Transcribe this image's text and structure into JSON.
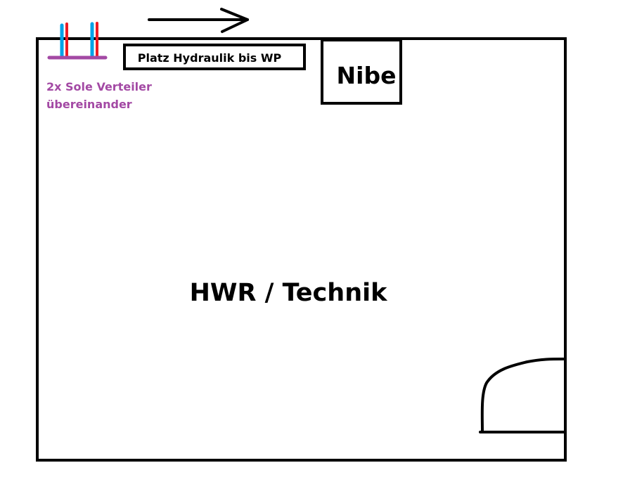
{
  "room_label": "HWR / Technik",
  "hydraulic_space_label": "Platz Hydraulik bis WP",
  "heat_pump_label": "Nibe",
  "manifold_note": {
    "line1": "2x Sole Verteiler",
    "line2": "übereinander"
  },
  "colors": {
    "wall": "#000000",
    "pipe_cold": "#00a2e8",
    "pipe_hot": "#ed1c24",
    "manifold": "#a349a4"
  }
}
